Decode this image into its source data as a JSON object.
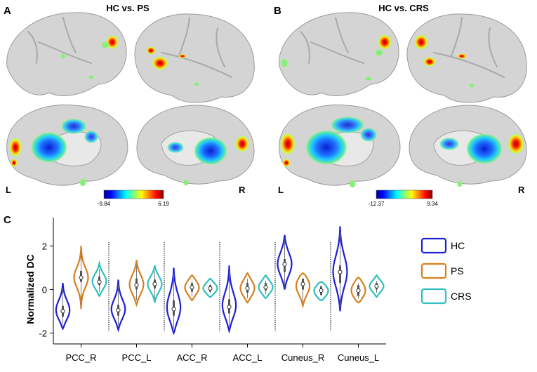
{
  "panels": [
    {
      "letter": "A",
      "title": "HC vs. PS",
      "left_label": "L",
      "right_label": "R",
      "colorbar": {
        "min": "-9.84",
        "max": "6.19"
      }
    },
    {
      "letter": "B",
      "title": "HC vs. CRS",
      "left_label": "L",
      "right_label": "R",
      "colorbar": {
        "min": "-12.37",
        "max": "9.34"
      }
    }
  ],
  "chart_data": {
    "type": "violin",
    "panel_letter": "C",
    "ylabel": "Normalized DC",
    "ylim": [
      -2.5,
      3.3
    ],
    "yticks": [
      -2,
      0,
      2
    ],
    "categories": [
      "PCC_R",
      "PCC_L",
      "ACC_R",
      "ACC_L",
      "Cuneus_R",
      "Cuneus_L"
    ],
    "series": [
      {
        "name": "HC",
        "color": "#1f1fd6",
        "median": [
          -1.0,
          -0.95,
          -0.9,
          -0.8,
          1.15,
          0.8
        ],
        "q1": [
          -1.25,
          -1.2,
          -1.2,
          -1.1,
          0.8,
          0.3
        ],
        "q3": [
          -0.75,
          -0.7,
          -0.5,
          -0.45,
          1.4,
          1.1
        ],
        "min": [
          -1.8,
          -1.85,
          -2.0,
          -1.9,
          0.0,
          -1.0
        ],
        "max": [
          0.3,
          0.45,
          1.0,
          1.1,
          2.5,
          2.9
        ]
      },
      {
        "name": "PS",
        "color": "#d6801f",
        "median": [
          0.55,
          0.2,
          0.1,
          0.05,
          0.25,
          -0.05
        ],
        "q1": [
          0.35,
          0.0,
          -0.1,
          -0.15,
          0.0,
          -0.3
        ],
        "q3": [
          0.85,
          0.5,
          0.3,
          0.3,
          0.5,
          0.2
        ],
        "min": [
          -0.9,
          -0.7,
          -0.5,
          -0.6,
          -0.75,
          -0.6
        ],
        "max": [
          2.0,
          1.35,
          0.65,
          0.75,
          0.75,
          0.55
        ]
      },
      {
        "name": "CRS",
        "color": "#2fbfbf",
        "median": [
          0.35,
          0.25,
          0.05,
          0.1,
          -0.05,
          0.15
        ],
        "q1": [
          0.2,
          0.05,
          -0.1,
          -0.05,
          -0.25,
          0.0
        ],
        "q3": [
          0.6,
          0.45,
          0.2,
          0.3,
          0.15,
          0.3
        ],
        "min": [
          -0.3,
          -0.6,
          -0.35,
          -0.4,
          -0.5,
          -0.35
        ],
        "max": [
          1.2,
          1.1,
          0.5,
          0.65,
          0.35,
          0.65
        ]
      }
    ],
    "legend": [
      "HC",
      "PS",
      "CRS"
    ],
    "legend_placement": "right"
  }
}
